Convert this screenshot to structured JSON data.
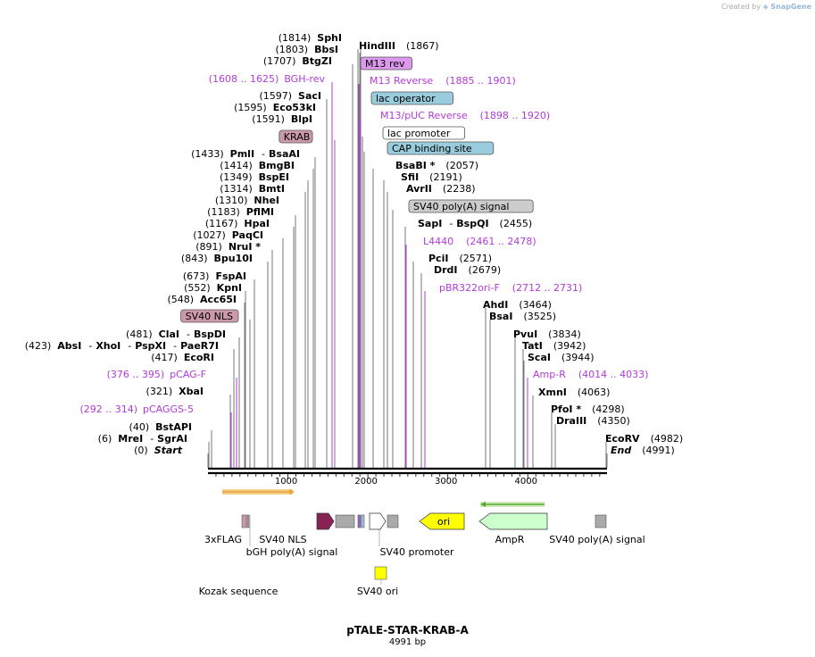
{
  "credit": {
    "prefix": "Created by",
    "brand": "SnapGene"
  },
  "plasmid": {
    "name": "pTALE-STAR-KRAB-A",
    "length_label": "4991 bp",
    "length_bp": 4991
  },
  "ruler": {
    "ticks": [
      "1000",
      "2000",
      "3000",
      "4000"
    ]
  },
  "colors": {
    "primer": "#b23bd6",
    "line": "#777777",
    "ori": "#ffff00",
    "ampr": "#ccffcc",
    "krab_feature": "#cc99aa",
    "m13rev_box": "#dd99ee",
    "lac_box": "#99ccdd",
    "sv40polyA_box": "#cccccc",
    "orf_orange": "#e8a33c",
    "orf_green": "#55aa33"
  },
  "labels": [
    {
      "pos": "(1814)",
      "name": "SphI",
      "type": "enzyme"
    },
    {
      "pos": "(1803)",
      "name": "BbsI",
      "type": "enzyme"
    },
    {
      "pos": "(1707)",
      "name": "BtgZI",
      "type": "enzyme"
    },
    {
      "pos": "(1608 .. 1625)",
      "name": "BGH-rev",
      "type": "primer"
    },
    {
      "pos": "(1597)",
      "name": "SacI",
      "type": "enzyme"
    },
    {
      "pos": "(1595)",
      "name": "Eco53kI",
      "type": "enzyme"
    },
    {
      "pos": "(1591)",
      "name": "BlpI",
      "type": "enzyme"
    },
    {
      "name": "KRAB",
      "type": "feature"
    },
    {
      "pos": "(1433)",
      "name": "PmlI",
      "name2": "BsaAI",
      "type": "enzyme"
    },
    {
      "pos": "(1414)",
      "name": "BmgBI",
      "type": "enzyme"
    },
    {
      "pos": "(1349)",
      "name": "BspEI",
      "type": "enzyme"
    },
    {
      "pos": "(1314)",
      "name": "BmtI",
      "type": "enzyme"
    },
    {
      "pos": "(1310)",
      "name": "NheI",
      "type": "enzyme"
    },
    {
      "pos": "(1183)",
      "name": "PflMI",
      "type": "enzyme"
    },
    {
      "pos": "(1167)",
      "name": "HpaI",
      "type": "enzyme"
    },
    {
      "pos": "(1027)",
      "name": "PaqCI",
      "type": "enzyme"
    },
    {
      "pos": "(891)",
      "name": "NruI *",
      "type": "enzyme"
    },
    {
      "pos": "(843)",
      "name": "Bpu10I",
      "type": "enzyme"
    },
    {
      "pos": "(673)",
      "name": "FspAI",
      "type": "enzyme"
    },
    {
      "pos": "(552)",
      "name": "KpnI",
      "type": "enzyme"
    },
    {
      "pos": "(548)",
      "name": "Acc65I",
      "type": "enzyme"
    },
    {
      "name": "SV40 NLS",
      "type": "feature"
    },
    {
      "pos": "(481)",
      "name": "ClaI",
      "name2": "BspDI",
      "type": "enzyme"
    },
    {
      "pos": "(423)",
      "name": "AbsI",
      "name2": "XhoI",
      "name3": "PspXI",
      "name4": "PaeR7I",
      "type": "enzyme"
    },
    {
      "pos": "(417)",
      "name": "EcoRI",
      "type": "enzyme"
    },
    {
      "pos": "(376 .. 395)",
      "name": "pCAG-F",
      "type": "primer"
    },
    {
      "pos": "(321)",
      "name": "XbaI",
      "type": "enzyme"
    },
    {
      "pos": "(292 .. 314)",
      "name": "pCAGGS-5",
      "type": "primer"
    },
    {
      "pos": "(40)",
      "name": "BstAPI",
      "type": "enzyme"
    },
    {
      "pos": "(6)",
      "name": "MreI",
      "name2": "SgrAI",
      "type": "enzyme"
    },
    {
      "pos": "(0)",
      "name": "Start",
      "type": "end"
    },
    {
      "pos": "(1867)",
      "name": "HindIII",
      "type": "enzyme"
    },
    {
      "name": "M13 rev",
      "type": "feature"
    },
    {
      "pos": "(1885 .. 1901)",
      "name": "M13 Reverse",
      "type": "primer"
    },
    {
      "name": "lac operator",
      "type": "feature"
    },
    {
      "pos": "(1898 .. 1920)",
      "name": "M13/pUC Reverse",
      "type": "primer"
    },
    {
      "name": "lac promoter",
      "type": "feature"
    },
    {
      "name": "CAP binding site",
      "type": "feature"
    },
    {
      "pos": "(2057)",
      "name": "BsaBI *",
      "type": "enzyme"
    },
    {
      "pos": "(2191)",
      "name": "SfiI",
      "type": "enzyme"
    },
    {
      "pos": "(2238)",
      "name": "AvrII",
      "type": "enzyme"
    },
    {
      "name": "SV40 poly(A) signal",
      "type": "feature"
    },
    {
      "pos": "(2455)",
      "name": "SapI",
      "name2": "BspQI",
      "type": "enzyme"
    },
    {
      "pos": "(2461 .. 2478)",
      "name": "L4440",
      "type": "primer"
    },
    {
      "pos": "(2571)",
      "name": "PciI",
      "type": "enzyme"
    },
    {
      "pos": "(2679)",
      "name": "DrdI",
      "type": "enzyme"
    },
    {
      "pos": "(2712 .. 2731)",
      "name": "pBR322ori-F",
      "type": "primer"
    },
    {
      "pos": "(3464)",
      "name": "AhdI",
      "type": "enzyme"
    },
    {
      "pos": "(3525)",
      "name": "BsaI",
      "type": "enzyme"
    },
    {
      "pos": "(3834)",
      "name": "PvuI",
      "type": "enzyme"
    },
    {
      "pos": "(3942)",
      "name": "TatI",
      "type": "enzyme"
    },
    {
      "pos": "(3944)",
      "name": "ScaI",
      "type": "enzyme"
    },
    {
      "pos": "(4014 .. 4033)",
      "name": "Amp-R",
      "type": "primer"
    },
    {
      "pos": "(4063)",
      "name": "XmnI",
      "type": "enzyme"
    },
    {
      "pos": "(4298)",
      "name": "PfoI *",
      "type": "enzyme"
    },
    {
      "pos": "(4350)",
      "name": "DraIII",
      "type": "enzyme"
    },
    {
      "pos": "(4982)",
      "name": "EcoRV",
      "type": "enzyme"
    },
    {
      "pos": "(4991)",
      "name": "End",
      "type": "end"
    }
  ],
  "features": [
    {
      "name": "3xFLAG"
    },
    {
      "name": "SV40 NLS"
    },
    {
      "name": "bGH poly(A) signal"
    },
    {
      "name": "Kozak sequence"
    },
    {
      "name": "SV40 promoter"
    },
    {
      "name": "SV40 ori"
    },
    {
      "name": "ori"
    },
    {
      "name": "AmpR"
    },
    {
      "name": "SV40 poly(A) signal"
    }
  ]
}
